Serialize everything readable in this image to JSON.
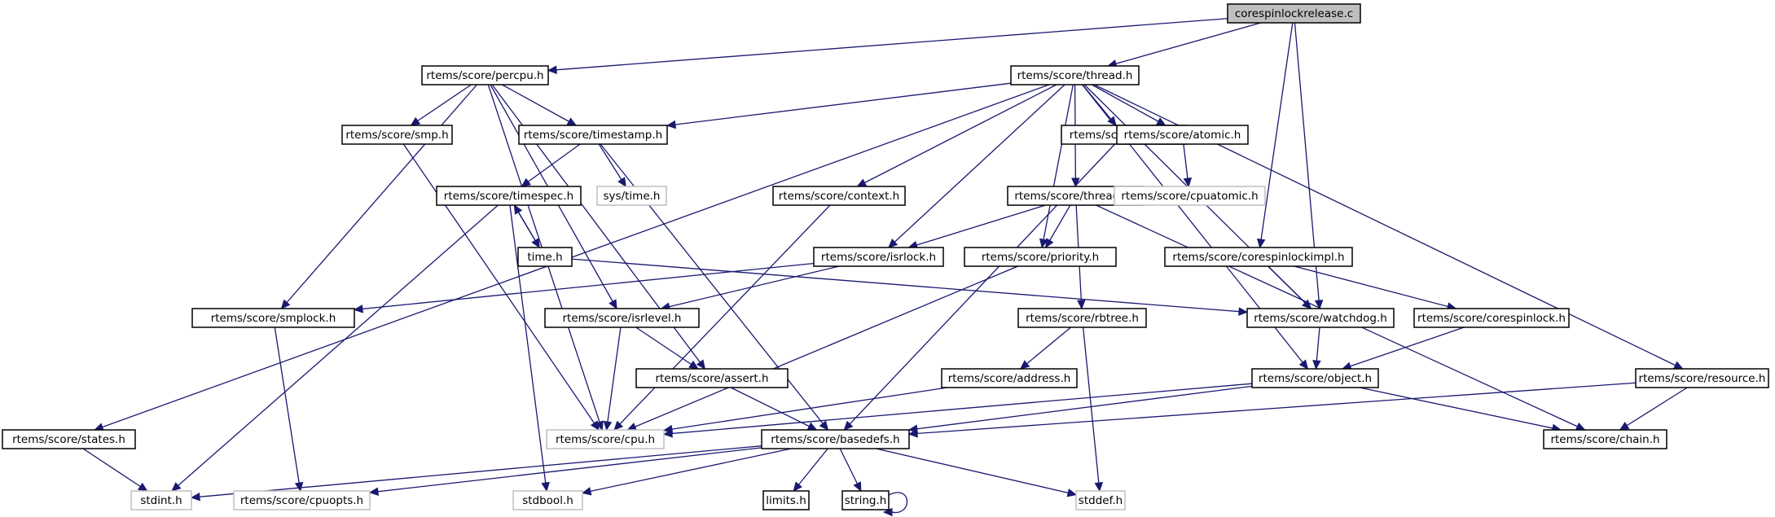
{
  "diagram": {
    "title": "corespinlockrelease.c include dependency graph",
    "colors": {
      "edge": "#191970",
      "root_fill": "#bfbfbf",
      "documented_border": "#000000",
      "undocumented_border": "#bfbfbf"
    },
    "nodes": [
      {
        "id": "root",
        "label": "corespinlockrelease.c",
        "kind": "root"
      },
      {
        "id": "percpu",
        "label": "rtems/score/percpu.h",
        "kind": "documented"
      },
      {
        "id": "thread",
        "label": "rtems/score/thread.h",
        "kind": "documented"
      },
      {
        "id": "smp",
        "label": "rtems/score/smp.h",
        "kind": "documented"
      },
      {
        "id": "timestamp",
        "label": "rtems/score/timestamp.h",
        "kind": "documented"
      },
      {
        "id": "stack",
        "label": "rtems/score/stack.h",
        "kind": "documented"
      },
      {
        "id": "atomic",
        "label": "rtems/score/atomic.h",
        "kind": "documented"
      },
      {
        "id": "timespec",
        "label": "rtems/score/timespec.h",
        "kind": "documented"
      },
      {
        "id": "systime",
        "label": "sys/time.h",
        "kind": "external"
      },
      {
        "id": "context",
        "label": "rtems/score/context.h",
        "kind": "documented"
      },
      {
        "id": "threadq",
        "label": "rtems/score/threadq.h",
        "kind": "documented"
      },
      {
        "id": "cpuatomic",
        "label": "rtems/score/cpuatomic.h",
        "kind": "external"
      },
      {
        "id": "timeh",
        "label": "time.h",
        "kind": "documented"
      },
      {
        "id": "isrlock",
        "label": "rtems/score/isrlock.h",
        "kind": "documented"
      },
      {
        "id": "priority",
        "label": "rtems/score/priority.h",
        "kind": "documented"
      },
      {
        "id": "corespinlockimpl",
        "label": "rtems/score/corespinlockimpl.h",
        "kind": "documented"
      },
      {
        "id": "smplock",
        "label": "rtems/score/smplock.h",
        "kind": "documented"
      },
      {
        "id": "isrlevel",
        "label": "rtems/score/isrlevel.h",
        "kind": "documented"
      },
      {
        "id": "rbtree",
        "label": "rtems/score/rbtree.h",
        "kind": "documented"
      },
      {
        "id": "watchdog",
        "label": "rtems/score/watchdog.h",
        "kind": "documented"
      },
      {
        "id": "corespinlock",
        "label": "rtems/score/corespinlock.h",
        "kind": "documented"
      },
      {
        "id": "assert",
        "label": "rtems/score/assert.h",
        "kind": "documented"
      },
      {
        "id": "address",
        "label": "rtems/score/address.h",
        "kind": "documented"
      },
      {
        "id": "object",
        "label": "rtems/score/object.h",
        "kind": "documented"
      },
      {
        "id": "resource",
        "label": "rtems/score/resource.h",
        "kind": "documented"
      },
      {
        "id": "states",
        "label": "rtems/score/states.h",
        "kind": "documented"
      },
      {
        "id": "cpu",
        "label": "rtems/score/cpu.h",
        "kind": "external"
      },
      {
        "id": "basedefs",
        "label": "rtems/score/basedefs.h",
        "kind": "documented"
      },
      {
        "id": "chain",
        "label": "rtems/score/chain.h",
        "kind": "documented"
      },
      {
        "id": "stdint",
        "label": "stdint.h",
        "kind": "external"
      },
      {
        "id": "cpuopts",
        "label": "rtems/score/cpuopts.h",
        "kind": "external"
      },
      {
        "id": "stdbool",
        "label": "stdbool.h",
        "kind": "external"
      },
      {
        "id": "limits",
        "label": "limits.h",
        "kind": "documented"
      },
      {
        "id": "stringh",
        "label": "string.h",
        "kind": "documented"
      },
      {
        "id": "stddef",
        "label": "stddef.h",
        "kind": "external"
      }
    ],
    "edges": [
      [
        "root",
        "percpu"
      ],
      [
        "root",
        "thread"
      ],
      [
        "root",
        "watchdog"
      ],
      [
        "root",
        "corespinlockimpl"
      ],
      [
        "percpu",
        "smplock"
      ],
      [
        "percpu",
        "cpu"
      ],
      [
        "percpu",
        "smp"
      ],
      [
        "percpu",
        "isrlevel"
      ],
      [
        "percpu",
        "timestamp"
      ],
      [
        "percpu",
        "assert"
      ],
      [
        "thread",
        "states"
      ],
      [
        "thread",
        "timestamp"
      ],
      [
        "thread",
        "context"
      ],
      [
        "thread",
        "isrlock"
      ],
      [
        "thread",
        "priority"
      ],
      [
        "thread",
        "threadq"
      ],
      [
        "thread",
        "stack"
      ],
      [
        "thread",
        "object"
      ],
      [
        "thread",
        "watchdog"
      ],
      [
        "thread",
        "atomic"
      ],
      [
        "thread",
        "resource"
      ],
      [
        "smp",
        "cpu"
      ],
      [
        "timestamp",
        "timespec"
      ],
      [
        "timestamp",
        "systime"
      ],
      [
        "timestamp",
        "basedefs"
      ],
      [
        "timespec",
        "stdint"
      ],
      [
        "timespec",
        "timeh"
      ],
      [
        "timespec",
        "stdbool"
      ],
      [
        "timeh",
        "timespec"
      ],
      [
        "timeh",
        "watchdog"
      ],
      [
        "context",
        "cpu"
      ],
      [
        "stack",
        "basedefs"
      ],
      [
        "atomic",
        "cpuatomic"
      ],
      [
        "threadq",
        "isrlock"
      ],
      [
        "threadq",
        "priority"
      ],
      [
        "threadq",
        "rbtree"
      ],
      [
        "threadq",
        "chain"
      ],
      [
        "isrlock",
        "smplock"
      ],
      [
        "isrlock",
        "isrlevel"
      ],
      [
        "priority",
        "cpu"
      ],
      [
        "corespinlockimpl",
        "watchdog"
      ],
      [
        "corespinlockimpl",
        "corespinlock"
      ],
      [
        "smplock",
        "cpuopts"
      ],
      [
        "isrlevel",
        "cpu"
      ],
      [
        "isrlevel",
        "assert"
      ],
      [
        "rbtree",
        "address"
      ],
      [
        "rbtree",
        "stddef"
      ],
      [
        "watchdog",
        "object"
      ],
      [
        "corespinlock",
        "object"
      ],
      [
        "states",
        "stdint"
      ],
      [
        "assert",
        "basedefs"
      ],
      [
        "address",
        "cpu"
      ],
      [
        "object",
        "cpu"
      ],
      [
        "object",
        "basedefs"
      ],
      [
        "object",
        "chain"
      ],
      [
        "resource",
        "basedefs"
      ],
      [
        "resource",
        "chain"
      ],
      [
        "basedefs",
        "stdint"
      ],
      [
        "basedefs",
        "cpuopts"
      ],
      [
        "basedefs",
        "stdbool"
      ],
      [
        "basedefs",
        "limits"
      ],
      [
        "basedefs",
        "stringh"
      ],
      [
        "basedefs",
        "stddef"
      ],
      [
        "stringh",
        "stringh"
      ]
    ]
  }
}
